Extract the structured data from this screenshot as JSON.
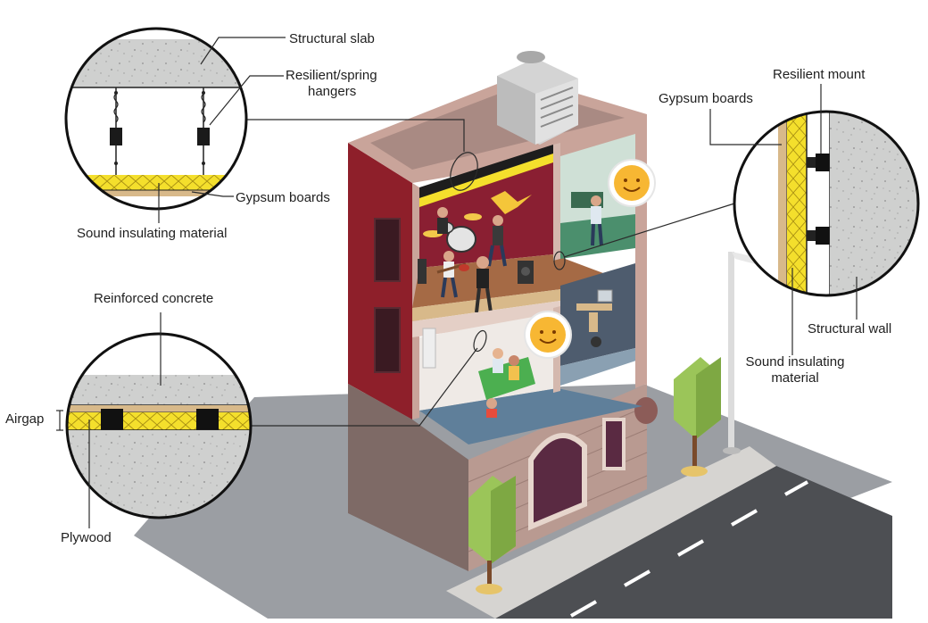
{
  "labels": {
    "structural_slab": "Structural slab",
    "hangers_line1": "Resilient/spring",
    "hangers_line2": "hangers",
    "ceiling_gypsum": "Gypsum boards",
    "ceiling_insulation": "Sound insulating material",
    "reinforced_concrete": "Reinforced concrete",
    "airgap": "Airgap",
    "plywood": "Plywood",
    "wall_gypsum": "Gypsum boards",
    "resilient_mount": "Resilient mount",
    "structural_wall": "Structural wall",
    "wall_insulation_line1": "Sound insulating",
    "wall_insulation_line2": "material"
  },
  "colors": {
    "concrete": "#cfd0cf",
    "insulation": "#f4df2c",
    "plywood": "#d8b98a",
    "ground": "#9b9ea3",
    "road": "#4d4f53",
    "sidewalk": "#d6d4d1",
    "brick_red": "#8e1f2a",
    "facade": "#b99a91",
    "studio_floor": "#a56a45",
    "living_floor": "#5f7f9a"
  },
  "icons": [
    "speaker-icon",
    "emoji-face-icon",
    "drum-kit-icon",
    "guitar-icon",
    "street-lamp-icon",
    "tree-icon",
    "hvac-unit-icon"
  ]
}
